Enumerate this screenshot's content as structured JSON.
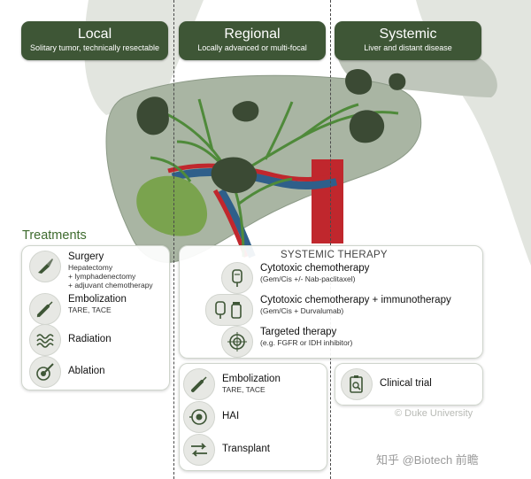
{
  "stages": [
    {
      "title": "Local",
      "subtitle": "Solitary tumor, technically resectable"
    },
    {
      "title": "Regional",
      "subtitle": "Locally advanced or multi-focal"
    },
    {
      "title": "Systemic",
      "subtitle": "Liver and distant disease"
    }
  ],
  "treatments_heading": "Treatments",
  "local_treatments": [
    {
      "name": "Surgery",
      "detail_lines": [
        "Hepatectomy",
        "+ lymphadenectomy",
        "+ adjuvant chemotherapy"
      ],
      "icon": "scalpel-icon"
    },
    {
      "name": "Embolization",
      "detail_lines": [
        "TARE, TACE"
      ],
      "icon": "syringe-icon"
    },
    {
      "name": "Radiation",
      "detail_lines": [],
      "icon": "radiation-wave-icon"
    },
    {
      "name": "Ablation",
      "detail_lines": [],
      "icon": "ablation-probe-icon"
    }
  ],
  "systemic_therapy": {
    "title": "SYSTEMIC THERAPY",
    "items": [
      {
        "name": "Cytotoxic chemotherapy",
        "detail": "(Gem/Cis +/- Nab-paclitaxel)",
        "icon": "iv-bag-icon"
      },
      {
        "name": "Cytotoxic chemotherapy + immunotherapy",
        "detail": "(Gem/Cis + Durvalumab)",
        "icon": "iv-bag-vial-icon"
      },
      {
        "name": "Targeted therapy",
        "detail": "(e.g. FGFR or IDH inhibitor)",
        "icon": "target-icon"
      }
    ]
  },
  "regional_treatments": [
    {
      "name": "Embolization",
      "detail": "TARE, TACE",
      "icon": "syringe-icon"
    },
    {
      "name": "HAI",
      "detail": "",
      "icon": "pump-icon"
    },
    {
      "name": "Transplant",
      "detail": "",
      "icon": "transplant-arrows-icon"
    }
  ],
  "clinical_trial": {
    "name": "Clinical trial",
    "icon": "clipboard-search-icon"
  },
  "credit": "© Duke University",
  "watermark": "知乎 @Biotech 前瞻",
  "colors": {
    "stage_header": "#3e5636",
    "liver": "#a9b5a3",
    "tumor": "#3b4a34",
    "gallbladder": "#7aa34e",
    "bile_duct": "#4f8a3a",
    "artery": "#c0272d",
    "vein": "#2f5f8a",
    "heading_green": "#3e6b2e"
  }
}
